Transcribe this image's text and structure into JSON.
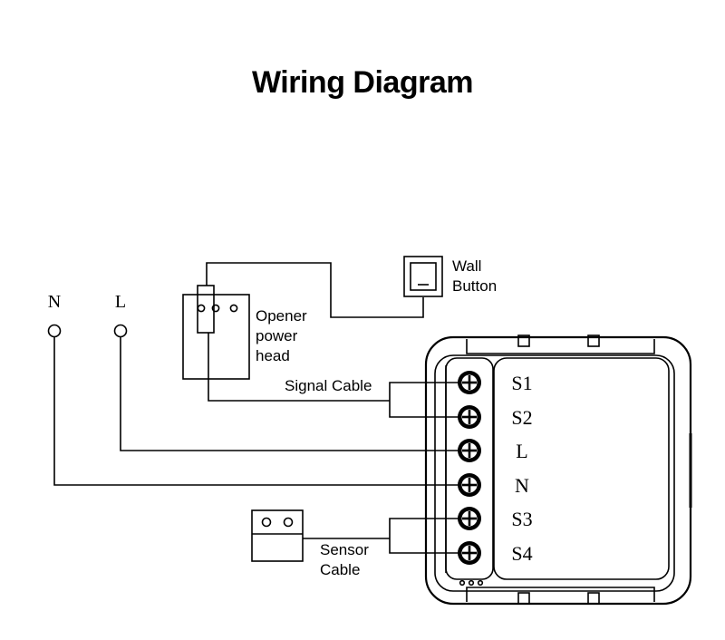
{
  "title": "Wiring Diagram",
  "power": {
    "neutral_label": "N",
    "live_label": "L"
  },
  "opener": {
    "label_line1": "Opener",
    "label_line2": "power",
    "label_line3": "head"
  },
  "wall_button": {
    "label_line1": "Wall",
    "label_line2": "Button"
  },
  "signal_cable_label": "Signal Cable",
  "sensor": {
    "label_line1": "Sensor",
    "label_line2": "Cable"
  },
  "module": {
    "terminals": [
      "S1",
      "S2",
      "L",
      "N",
      "S3",
      "S4"
    ]
  }
}
